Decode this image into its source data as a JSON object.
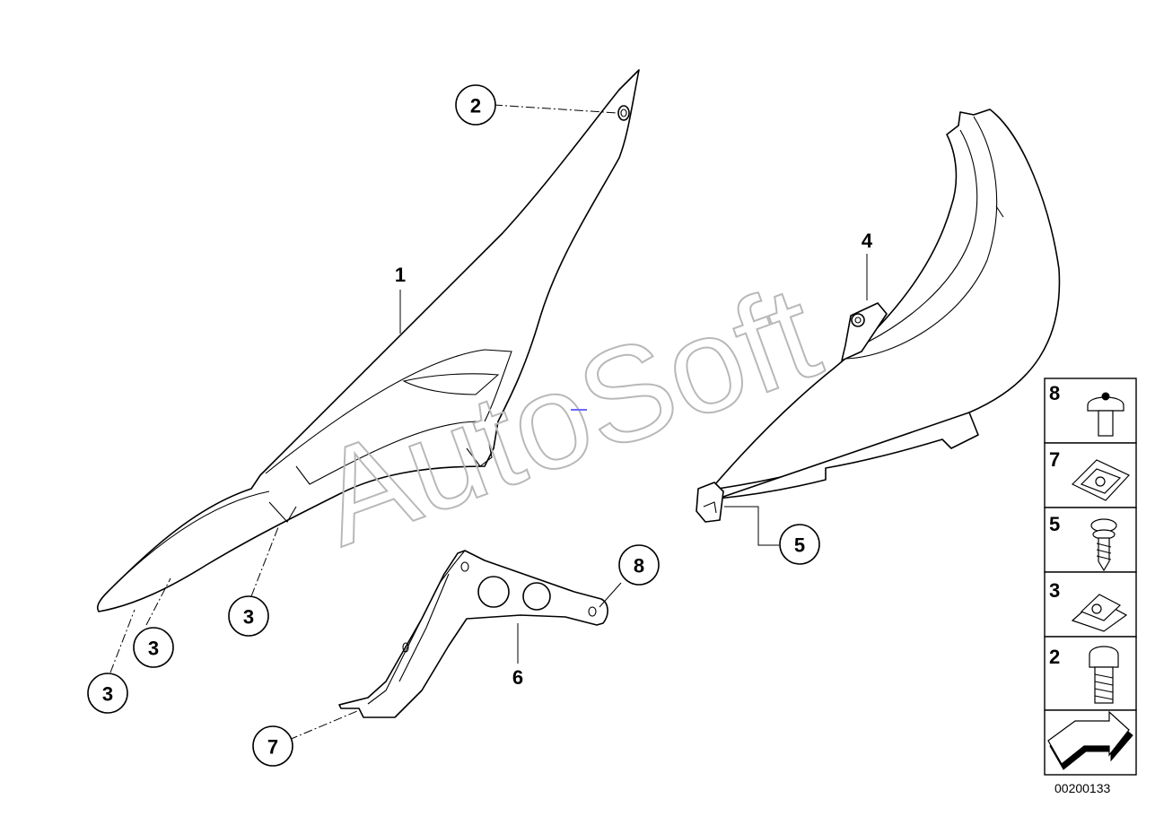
{
  "watermark": "AutoSoft",
  "callouts": {
    "c1": "1",
    "c2": "2",
    "c3a": "3",
    "c3b": "3",
    "c3c": "3",
    "c4": "4",
    "c5": "5",
    "c6": "6",
    "c7": "7",
    "c8": "8"
  },
  "parts_key": [
    {
      "number": "8",
      "icon": "flange-screw-icon"
    },
    {
      "number": "7",
      "icon": "clip-nut-icon"
    },
    {
      "number": "5",
      "icon": "tapping-screw-icon"
    },
    {
      "number": "3",
      "icon": "spring-nut-icon"
    },
    {
      "number": "2",
      "icon": "hex-bolt-icon"
    },
    {
      "number": "",
      "icon": "arrow-icon"
    }
  ],
  "document_number": "00200133"
}
